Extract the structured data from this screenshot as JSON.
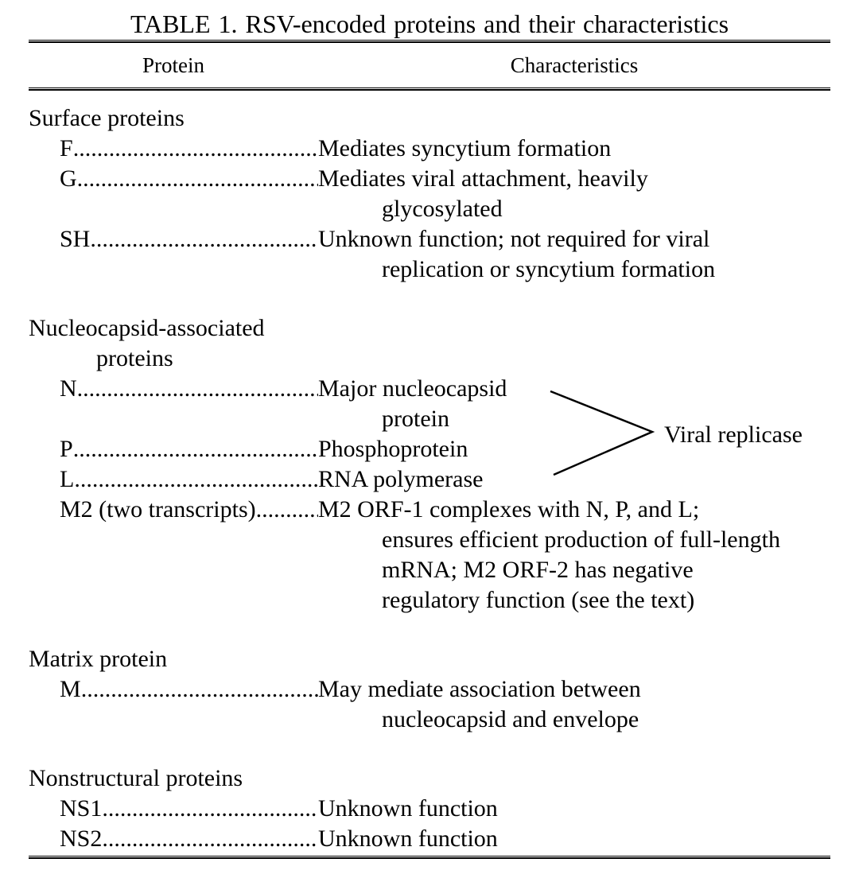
{
  "title": "TABLE 1. RSV-encoded proteins and their characteristics",
  "columns": {
    "protein": "Protein",
    "characteristics": "Characteristics"
  },
  "sections": [
    {
      "heading": "Surface proteins",
      "rows": [
        {
          "protein": "F",
          "characteristic": "Mediates syncytium formation"
        },
        {
          "protein": "G",
          "characteristic": "Mediates viral attachment, heavily\nglycosylated"
        },
        {
          "protein": "SH",
          "characteristic": "Unknown function; not required for viral\nreplication or syncytium formation"
        }
      ]
    },
    {
      "heading": "Nucleocapsid-associated\nproteins",
      "rows": [
        {
          "protein": "N",
          "characteristic": "Major nucleocapsid\nprotein"
        },
        {
          "protein": "P",
          "characteristic": "Phosphoprotein"
        },
        {
          "protein": "L",
          "characteristic": "RNA polymerase"
        },
        {
          "protein": "M2 (two transcripts)",
          "characteristic": "M2 ORF-1 complexes with N, P, and L;\nensures efficient production of full-length\nmRNA; M2 ORF-2 has negative\nregulatory function (see the text)"
        }
      ]
    },
    {
      "heading": "Matrix protein",
      "rows": [
        {
          "protein": "M",
          "characteristic": "May mediate association between\nnucleocapsid and envelope"
        }
      ]
    },
    {
      "heading": "Nonstructural proteins",
      "rows": [
        {
          "protein": "NS1",
          "characteristic": "Unknown function"
        },
        {
          "protein": "NS2",
          "characteristic": "Unknown function"
        }
      ]
    }
  ],
  "annotation": {
    "label": "Viral replicase"
  },
  "colors": {
    "text": "#000000",
    "background": "#ffffff"
  }
}
